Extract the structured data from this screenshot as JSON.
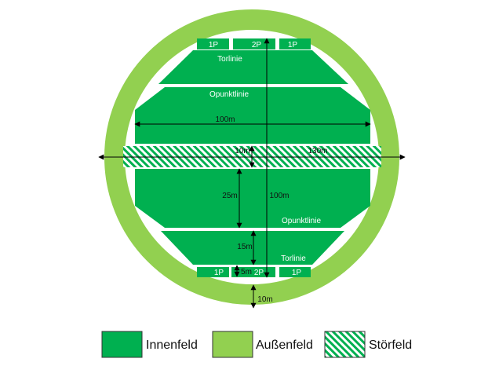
{
  "colors": {
    "innenfeld": "#00b050",
    "aussenfeld": "#92d050",
    "stoerfeld_stripe": "#00b050",
    "arrow": "#000000"
  },
  "labels": {
    "top_zone_left": "1P",
    "top_zone_center": "2P",
    "top_zone_right": "1P",
    "bottom_zone_left": "1P",
    "bottom_zone_center": "2P",
    "bottom_zone_right": "1P",
    "torlinie_top": "Torlinie",
    "torlinie_bottom": "Torlinie",
    "opunktlinie_top": "Opunktlinie",
    "opunktlinie_bottom": "Opunktlinie"
  },
  "dimensions": {
    "width_100m": "100m",
    "length_100m": "100m",
    "diameter_130m": "130m",
    "stoerfeld_10m": "10m",
    "opunkt_25m": "25m",
    "torlinie_15m": "15m",
    "zone_5m": "5m",
    "outer_10m": "10m"
  },
  "legend": {
    "innenfeld": "Innenfeld",
    "aussenfeld": "Außenfeld",
    "stoerfeld": "Störfeld"
  }
}
